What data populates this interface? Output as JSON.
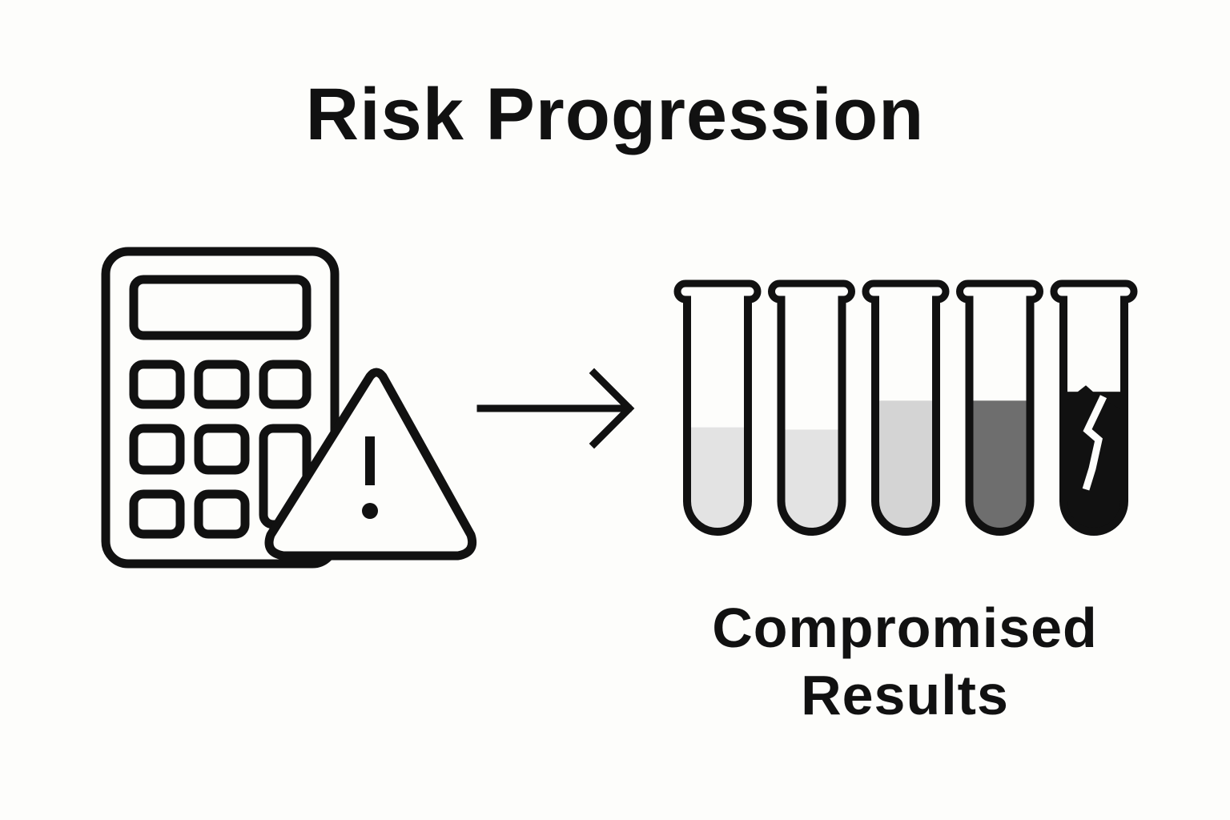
{
  "title": "Risk Progression",
  "caption": {
    "line1": "Compromised",
    "line2": "Results"
  },
  "icons": {
    "left": [
      "calculator-icon",
      "warning-triangle-icon"
    ],
    "connector": "arrow-right-icon",
    "right": "test-tube-icon"
  },
  "colors": {
    "stroke": "#111111",
    "background": "#fdfdfb"
  },
  "tubes": [
    {
      "fill_level": 0.44,
      "color": "#e3e3e3",
      "cracked": false
    },
    {
      "fill_level": 0.43,
      "color": "#e3e3e3",
      "cracked": false
    },
    {
      "fill_level": 0.56,
      "color": "#d4d4d4",
      "cracked": false
    },
    {
      "fill_level": 0.56,
      "color": "#6e6e6e",
      "cracked": false
    },
    {
      "fill_level": 0.6,
      "color": "#111111",
      "cracked": true
    }
  ]
}
